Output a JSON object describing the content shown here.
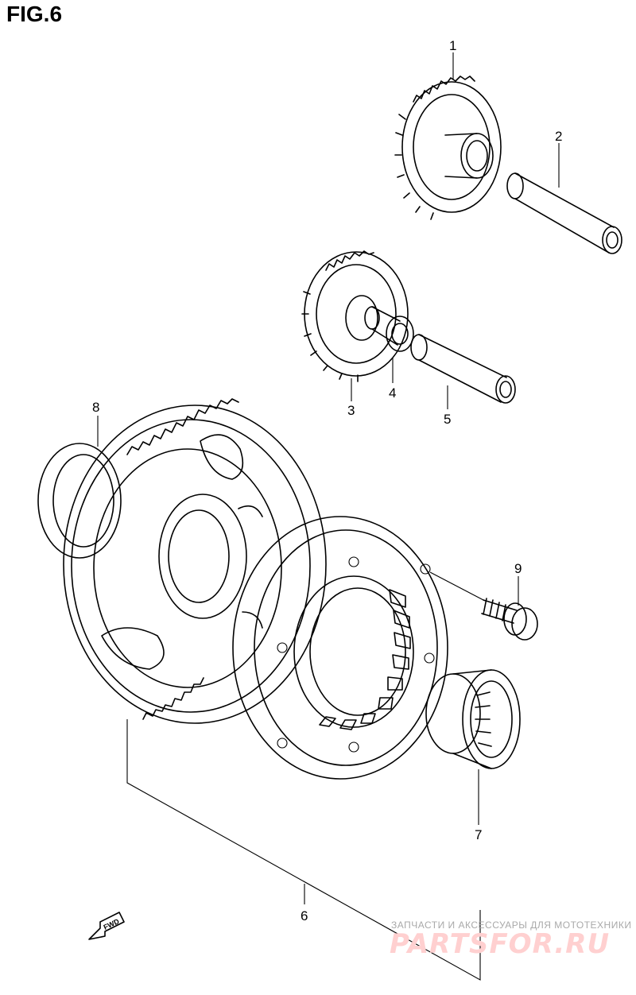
{
  "figure": {
    "title": "FIG.6",
    "fwd_label": "FWD"
  },
  "callouts": [
    "1",
    "2",
    "3",
    "4",
    "5",
    "6",
    "7",
    "8",
    "9"
  ],
  "watermark": {
    "caption": "ЗАПЧАСТИ И АКСЕССУАРЫ ДЛЯ МОТОТЕХНИКИ",
    "logo": "PARTSFOR.RU"
  }
}
